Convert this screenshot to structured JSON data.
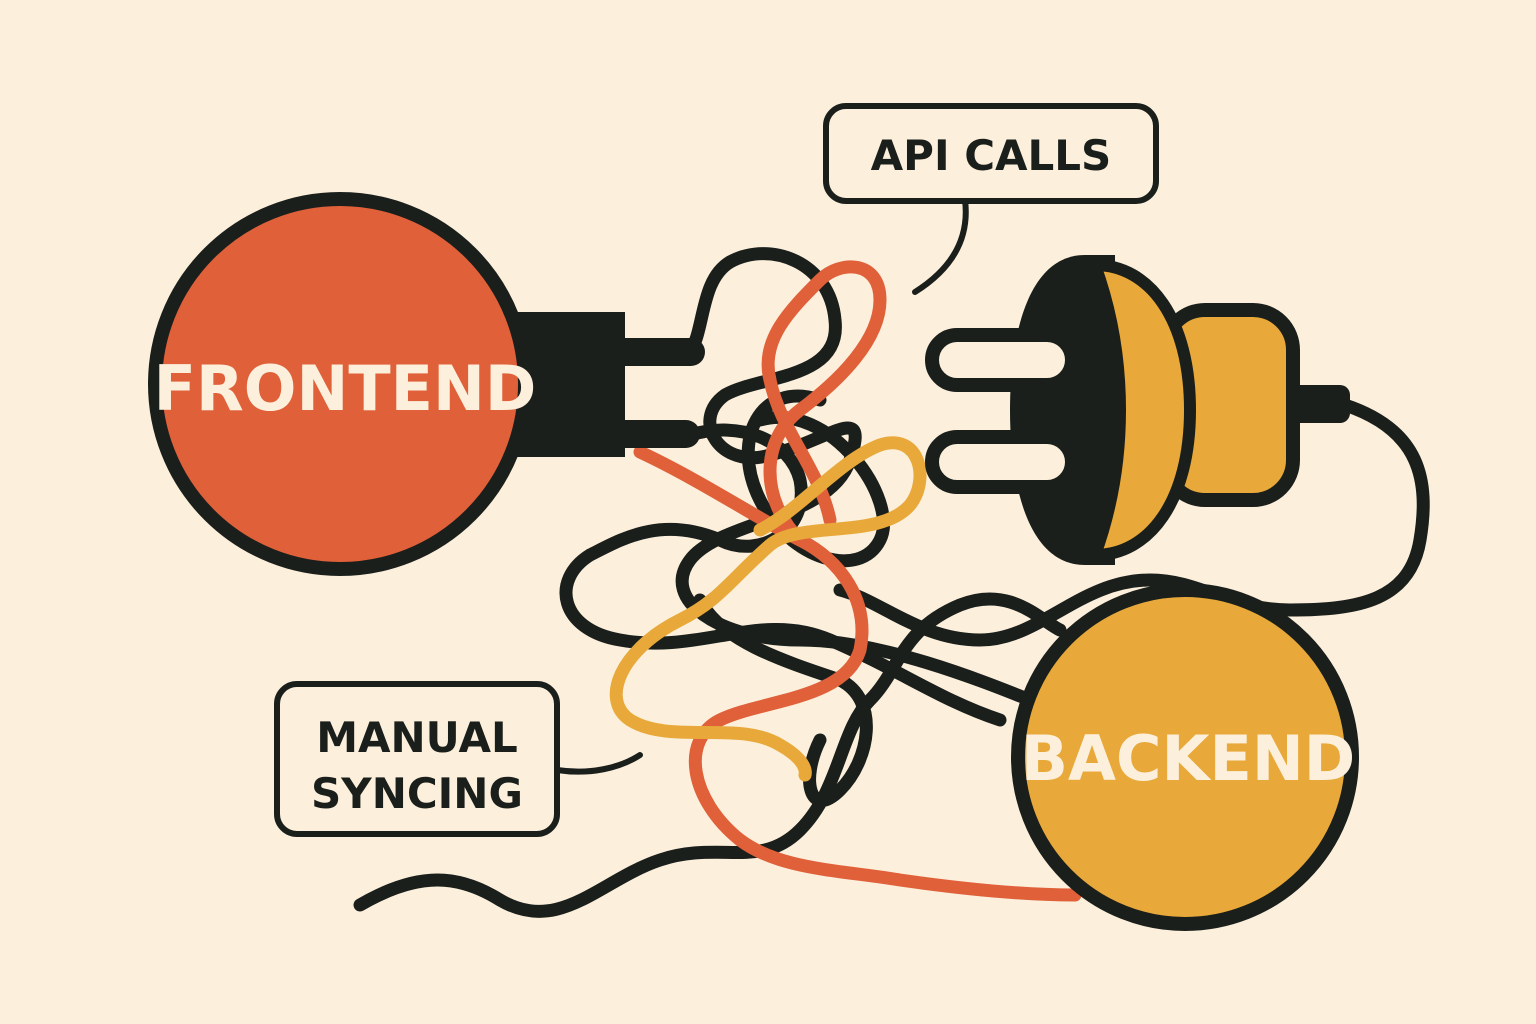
{
  "nodes": {
    "frontend": {
      "label": "FRONTEND",
      "color": "#e0603a"
    },
    "backend": {
      "label": "BACKEND",
      "color": "#e8a93a"
    }
  },
  "callouts": {
    "api_calls": {
      "label": "API CALLS"
    },
    "manual_syncing": {
      "line1": "MANUAL",
      "line2": "SYNCING"
    }
  },
  "colors": {
    "background": "#fcf0dc",
    "outline": "#1b1f1c",
    "label_text": "#fcf0dc",
    "wire_black": "#1b1f1c",
    "wire_orange": "#e0603a",
    "wire_yellow": "#e8a93a"
  },
  "icons": {
    "frontend_plug": "plug-prongs-icon",
    "backend_plug": "plug-socket-icon"
  }
}
